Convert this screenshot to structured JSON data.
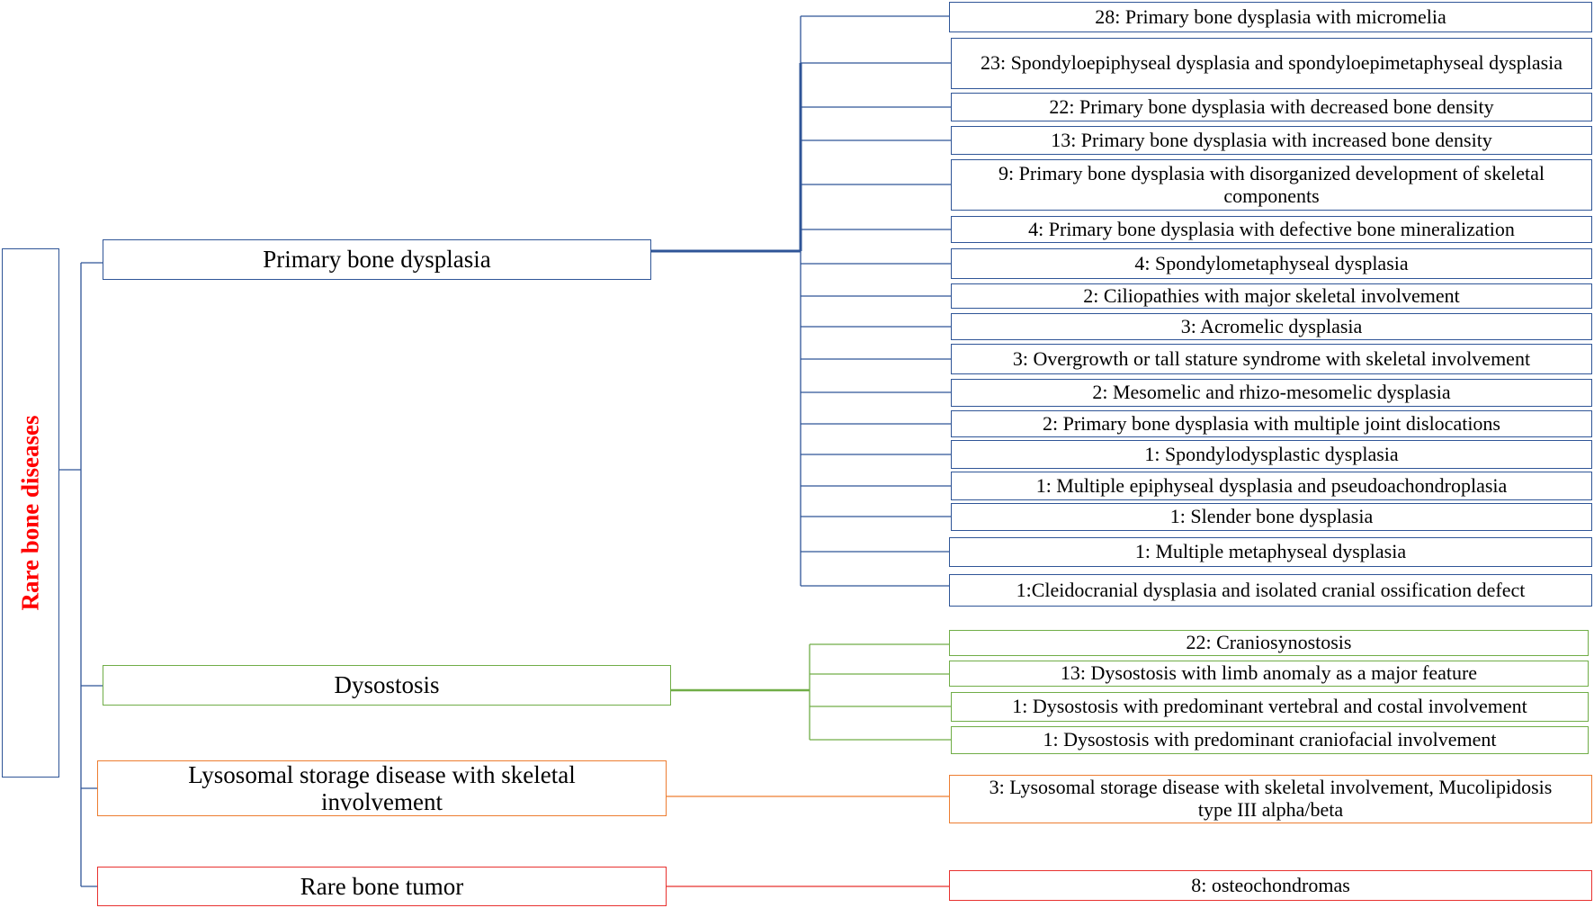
{
  "root": {
    "label": "Rare bone diseases",
    "color": "#ff0000"
  },
  "categories": [
    {
      "label": "Primary bone dysplasia",
      "color": "#2f5597",
      "children": [
        "28: Primary bone dysplasia with micromelia",
        "23: Spondyloepiphyseal dysplasia and spondyloepimetaphyseal dysplasia",
        "22: Primary bone dysplasia with decreased bone density",
        "13: Primary bone dysplasia with increased bone density",
        "9: Primary bone dysplasia with disorganized development of skeletal components",
        "4: Primary bone dysplasia with defective bone mineralization",
        "4: Spondylometaphyseal dysplasia",
        "2: Ciliopathies with major skeletal involvement",
        "3: Acromelic dysplasia",
        "3: Overgrowth or tall stature syndrome with skeletal involvement",
        "2: Mesomelic and rhizo-mesomelic dysplasia",
        "2: Primary bone dysplasia with multiple joint dislocations",
        "1: Spondylodysplastic dysplasia",
        "1: Multiple epiphyseal dysplasia and pseudoachondroplasia",
        "1: Slender bone dysplasia",
        "1: Multiple metaphyseal dysplasia",
        "1:Cleidocranial dysplasia and isolated cranial ossification defect"
      ]
    },
    {
      "label": "Dysostosis",
      "color": "#70ad47",
      "children": [
        "22: Craniosynostosis",
        "13: Dysostosis with limb anomaly as a major feature",
        "1: Dysostosis with predominant vertebral and costal involvement",
        "1: Dysostosis with predominant craniofacial involvement"
      ]
    },
    {
      "label": "Lysosomal storage disease with skeletal involvement",
      "color": "#ed7d31",
      "children": [
        "3: Lysosomal storage disease with skeletal involvement, Mucolipidosis type III alpha/beta"
      ]
    },
    {
      "label": "Rare bone tumor",
      "color": "#e8312f",
      "children": [
        "8: osteochondromas"
      ]
    }
  ]
}
